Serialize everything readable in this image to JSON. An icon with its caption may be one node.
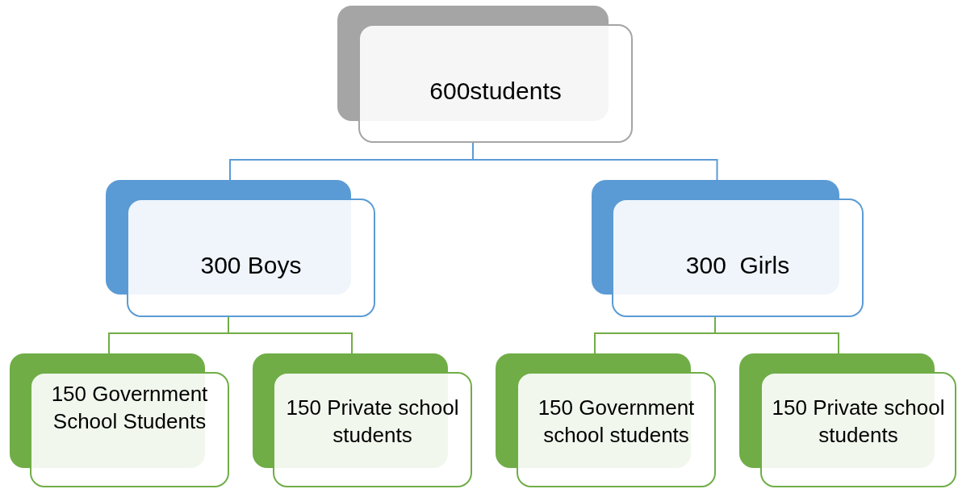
{
  "diagram": {
    "nodes": [
      {
        "text": [
          "600students"
        ]
      },
      {
        "text": [
          "300 Boys"
        ]
      },
      {
        "text": [
          "300  Girls"
        ]
      },
      {
        "text": [
          "150 Government School Students"
        ]
      },
      {
        "text": [
          "150 Private school students"
        ]
      },
      {
        "text": [
          "150 Government school students"
        ]
      },
      {
        "text": [
          "150 Private school students"
        ]
      }
    ],
    "edges": [
      {
        "from": 0,
        "to": 1,
        "arrow": "none",
        "color": "#5b9bd5"
      },
      {
        "from": 0,
        "to": 2,
        "arrow": "none",
        "color": "#5b9bd5"
      },
      {
        "from": 1,
        "to": 3,
        "arrow": "none"
      },
      {
        "from": 1,
        "to": 4,
        "arrow": "none"
      },
      {
        "from": 2,
        "to": 5,
        "arrow": "none"
      },
      {
        "from": 2,
        "to": 6,
        "arrow": "none"
      }
    ]
  }
}
